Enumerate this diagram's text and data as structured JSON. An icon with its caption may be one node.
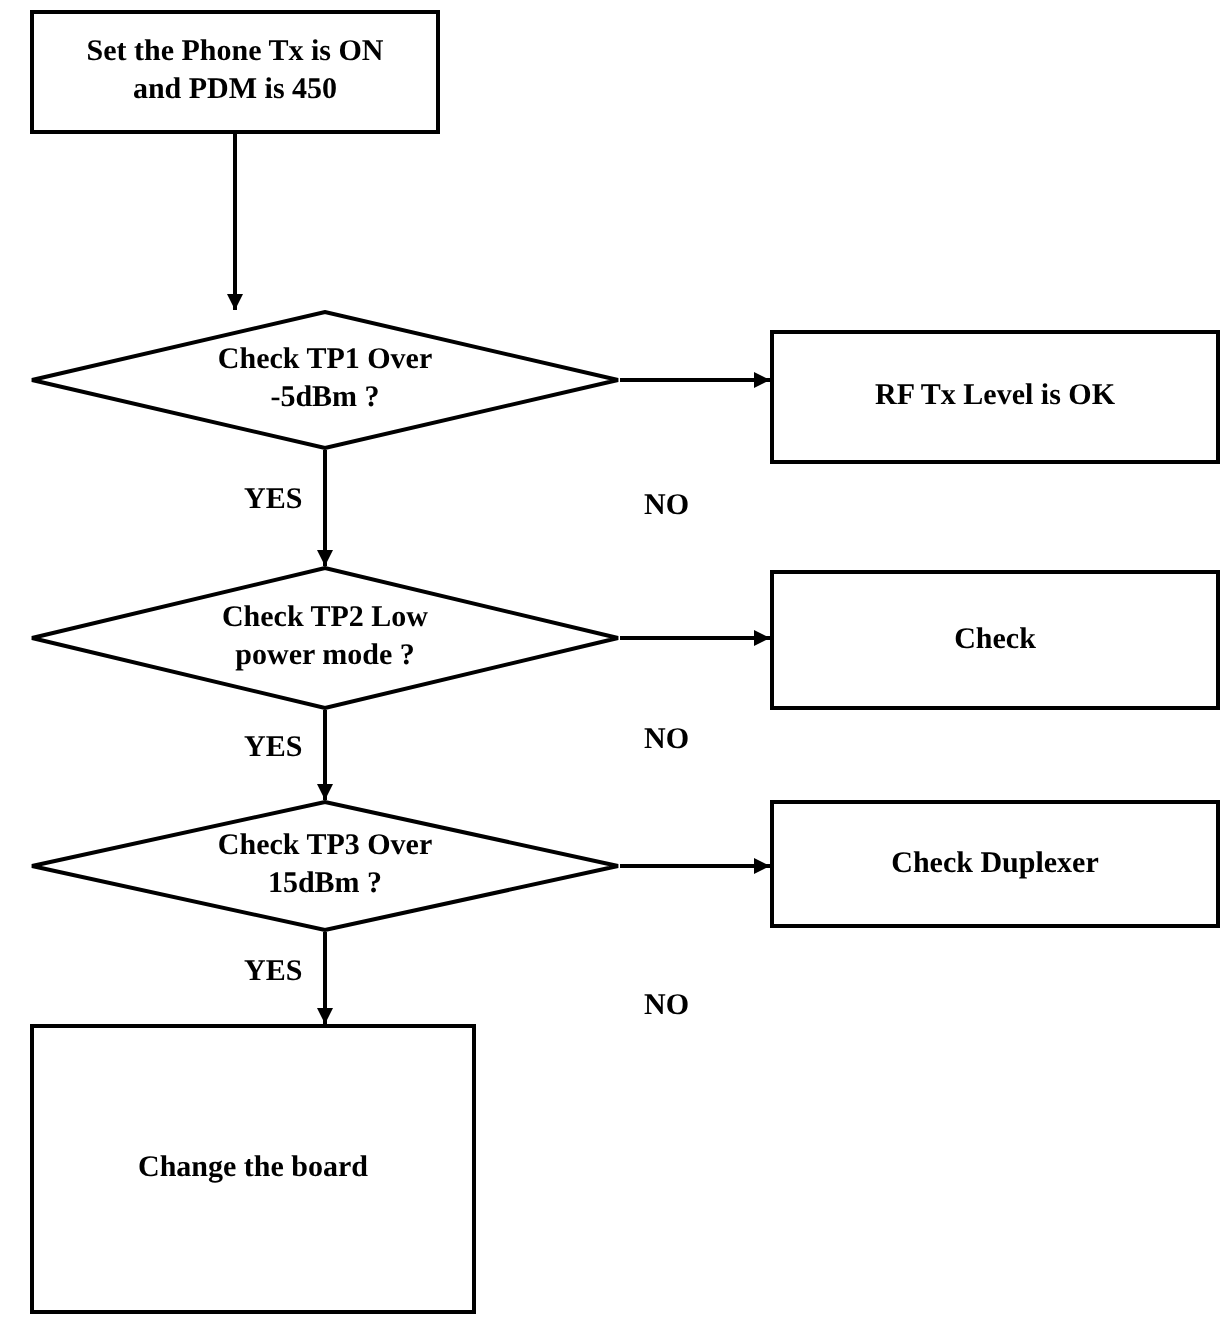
{
  "diagram": {
    "nodes": [
      {
        "text": [
          "Set the Phone Tx is ON and PDM is 450"
        ]
      },
      {
        "text": [
          "Check TP1 Over -5dBm ?"
        ]
      },
      {
        "text": [
          "RF Tx Level is OK"
        ]
      },
      {
        "text": [
          "Check TP2 Low power mode ?"
        ]
      },
      {
        "text": [
          "Check"
        ]
      },
      {
        "text": [
          "Check TP3 Over 15dBm ?"
        ]
      },
      {
        "text": [
          "Check Duplexer"
        ]
      },
      {
        "text": [
          "Change the board"
        ]
      }
    ],
    "edges": [
      {
        "from": 0,
        "to": 1,
        "arrow": "to"
      },
      {
        "from": 1,
        "to": 2,
        "arrow": "to",
        "label": "NO"
      },
      {
        "from": 1,
        "to": 3,
        "arrow": "to",
        "label": "YES"
      },
      {
        "from": 3,
        "to": 4,
        "arrow": "to",
        "label": "NO"
      },
      {
        "from": 3,
        "to": 5,
        "arrow": "to",
        "label": "YES"
      },
      {
        "from": 5,
        "to": 6,
        "arrow": "to",
        "label": "NO"
      },
      {
        "from": 5,
        "to": 7,
        "arrow": "to",
        "label": "YES"
      }
    ]
  }
}
